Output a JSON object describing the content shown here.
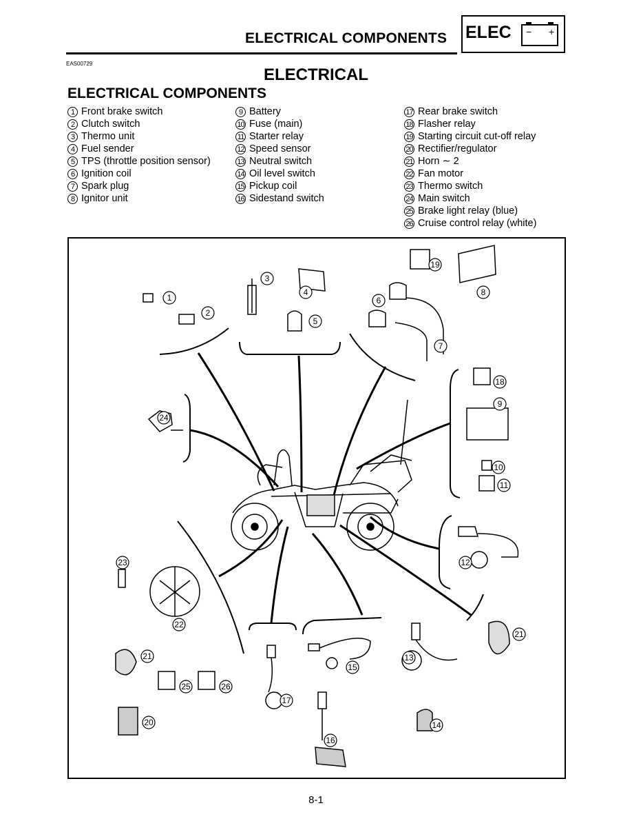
{
  "header": {
    "title": "ELECTRICAL COMPONENTS",
    "tab_label": "ELEC",
    "battery_minus": "−",
    "battery_plus": "+"
  },
  "doc_code": "EAS00729",
  "section_heading": "ELECTRICAL",
  "sub_heading": "ELECTRICAL COMPONENTS",
  "legend": {
    "col1": [
      {
        "num": "1",
        "label": "Front brake switch"
      },
      {
        "num": "2",
        "label": "Clutch switch"
      },
      {
        "num": "3",
        "label": "Thermo unit"
      },
      {
        "num": "4",
        "label": "Fuel sender"
      },
      {
        "num": "5",
        "label": "TPS (throttle position sensor)"
      },
      {
        "num": "6",
        "label": "Ignition coil"
      },
      {
        "num": "7",
        "label": "Spark plug"
      },
      {
        "num": "8",
        "label": "Ignitor unit"
      }
    ],
    "col2": [
      {
        "num": "9",
        "label": "Battery"
      },
      {
        "num": "10",
        "label": "Fuse (main)"
      },
      {
        "num": "11",
        "label": "Starter relay"
      },
      {
        "num": "12",
        "label": "Speed sensor"
      },
      {
        "num": "13",
        "label": "Neutral switch"
      },
      {
        "num": "14",
        "label": "Oil level switch"
      },
      {
        "num": "15",
        "label": "Pickup coil"
      },
      {
        "num": "16",
        "label": "Sidestand switch"
      }
    ],
    "col3": [
      {
        "num": "17",
        "label": "Rear brake switch"
      },
      {
        "num": "18",
        "label": "Flasher relay"
      },
      {
        "num": "19",
        "label": "Starting circuit cut-off relay"
      },
      {
        "num": "20",
        "label": "Rectifier/regulator"
      },
      {
        "num": "21",
        "label": "Horn ∼ 2"
      },
      {
        "num": "22",
        "label": "Fan motor"
      },
      {
        "num": "23",
        "label": "Thermo switch"
      },
      {
        "num": "24",
        "label": "Main switch"
      },
      {
        "num": "25",
        "label": "Brake light relay (blue)"
      },
      {
        "num": "26",
        "label": "Cruise control relay (white)"
      }
    ]
  },
  "diagram": {
    "callouts": [
      "1",
      "2",
      "3",
      "4",
      "5",
      "6",
      "7",
      "8",
      "9",
      "10",
      "11",
      "12",
      "13",
      "14",
      "15",
      "16",
      "17",
      "18",
      "19",
      "20",
      "21",
      "21",
      "22",
      "23",
      "24",
      "25",
      "26"
    ]
  },
  "page_number": "8-1"
}
